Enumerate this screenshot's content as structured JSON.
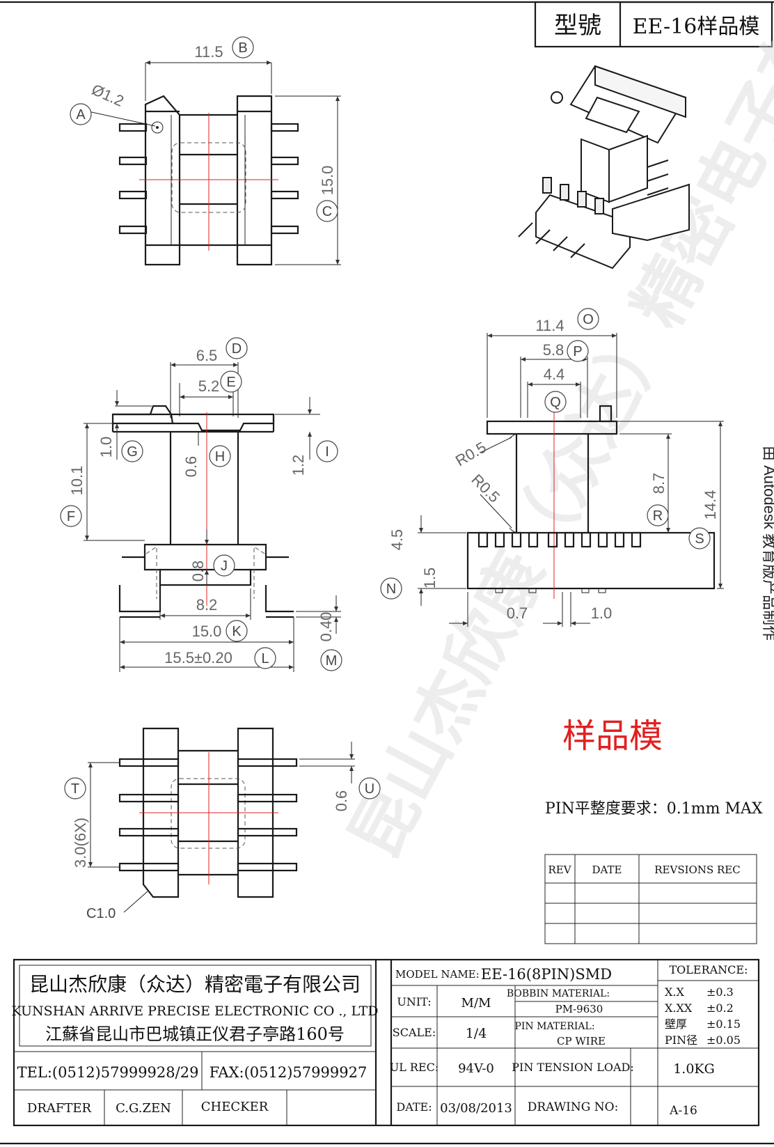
{
  "header": {
    "model_label": "型號",
    "model_value": "EE-16样品模"
  },
  "dims_top": {
    "width_value": "11.5",
    "width_tag": "B",
    "hole_value": "Ø1.2",
    "hole_tag": "A",
    "height_value": "15.0",
    "height_tag": "C"
  },
  "dims_front": {
    "d": "6.5",
    "d_tag": "D",
    "e": "5.2",
    "e_tag": "E",
    "g": "1.0",
    "g_tag": "G",
    "h": "0.6",
    "h_tag": "H",
    "i": "1.2",
    "i_tag": "I",
    "f": "10.1",
    "f_tag": "F",
    "j": "0.8",
    "j_tag": "J",
    "k1": "8.2",
    "k": "15.0",
    "k_tag": "K",
    "l": "15.5±0.20",
    "l_tag": "L",
    "m": "0.40",
    "m_tag": "M"
  },
  "dims_side": {
    "o": "11.4",
    "o_tag": "O",
    "p": "5.8",
    "p_tag": "P",
    "q": "4.4",
    "q_tag": "Q",
    "r1": "R0.5",
    "r2": "R0.5",
    "r": "8.7",
    "r_tag": "R",
    "s": "14.4",
    "s_tag": "S",
    "n1": "4.5",
    "n2": "1.5",
    "n_tag": "N",
    "w1": "0.7",
    "w2": "1.0"
  },
  "dims_bottom": {
    "t": "3.0(6X)",
    "t_tag": "T",
    "u": "0.6",
    "u_tag": "U",
    "chamfer": "C1.0"
  },
  "sample_label": "样品模",
  "pin_flatness": "PIN平整度要求：0.1mm MAX",
  "side_watermark": "由 Autodesk 教育版产品制作",
  "watermark": "昆山杰欣康（众达）精密电子有限公司",
  "revision": {
    "headers": [
      "REV",
      "DATE",
      "REVSIONS  REC"
    ]
  },
  "company": {
    "name_cn": "昆山杰欣康（众达）精密電子有限公司",
    "name_en": "KUNSHAN ARRIVE PRECISE ELECTRONIC CO ., LTD",
    "address": "江蘇省昆山市巴城镇正仪君子亭路160号",
    "tel": "TEL:(0512)57999928/29",
    "fax": "FAX:(0512)57999927",
    "drafter_label": "DRAFTER",
    "drafter": "C.G.ZEN",
    "checker_label": "CHECKER"
  },
  "info": {
    "model_name_label": "MODEL NAME:",
    "model_name": "EE-16(8PIN)SMD",
    "unit_label": "UNIT:",
    "unit": "M/M",
    "bobbin_label": "BOBBIN MATERIAL:",
    "bobbin": "PM-9630",
    "scale_label": "SCALE:",
    "scale": "1/4",
    "pin_mat_label": "PIN MATERIAL:",
    "pin_mat": "CP WIRE",
    "ul_label": "UL REC:",
    "ul": "94V-0",
    "tension_label": "PIN TENSION LOAD:",
    "tension": "1.0KG",
    "date_label": "DATE:",
    "date": "03/08/2013",
    "drawing_label": "DRAWING NO:",
    "drawing": "A-16"
  },
  "tolerance": {
    "title": "TOLERANCE:",
    "rows": [
      [
        "X.X",
        "±0.3"
      ],
      [
        "X.XX",
        "±0.2"
      ],
      [
        "壁厚",
        "±0.15"
      ],
      [
        "PIN径",
        "±0.05"
      ]
    ]
  }
}
